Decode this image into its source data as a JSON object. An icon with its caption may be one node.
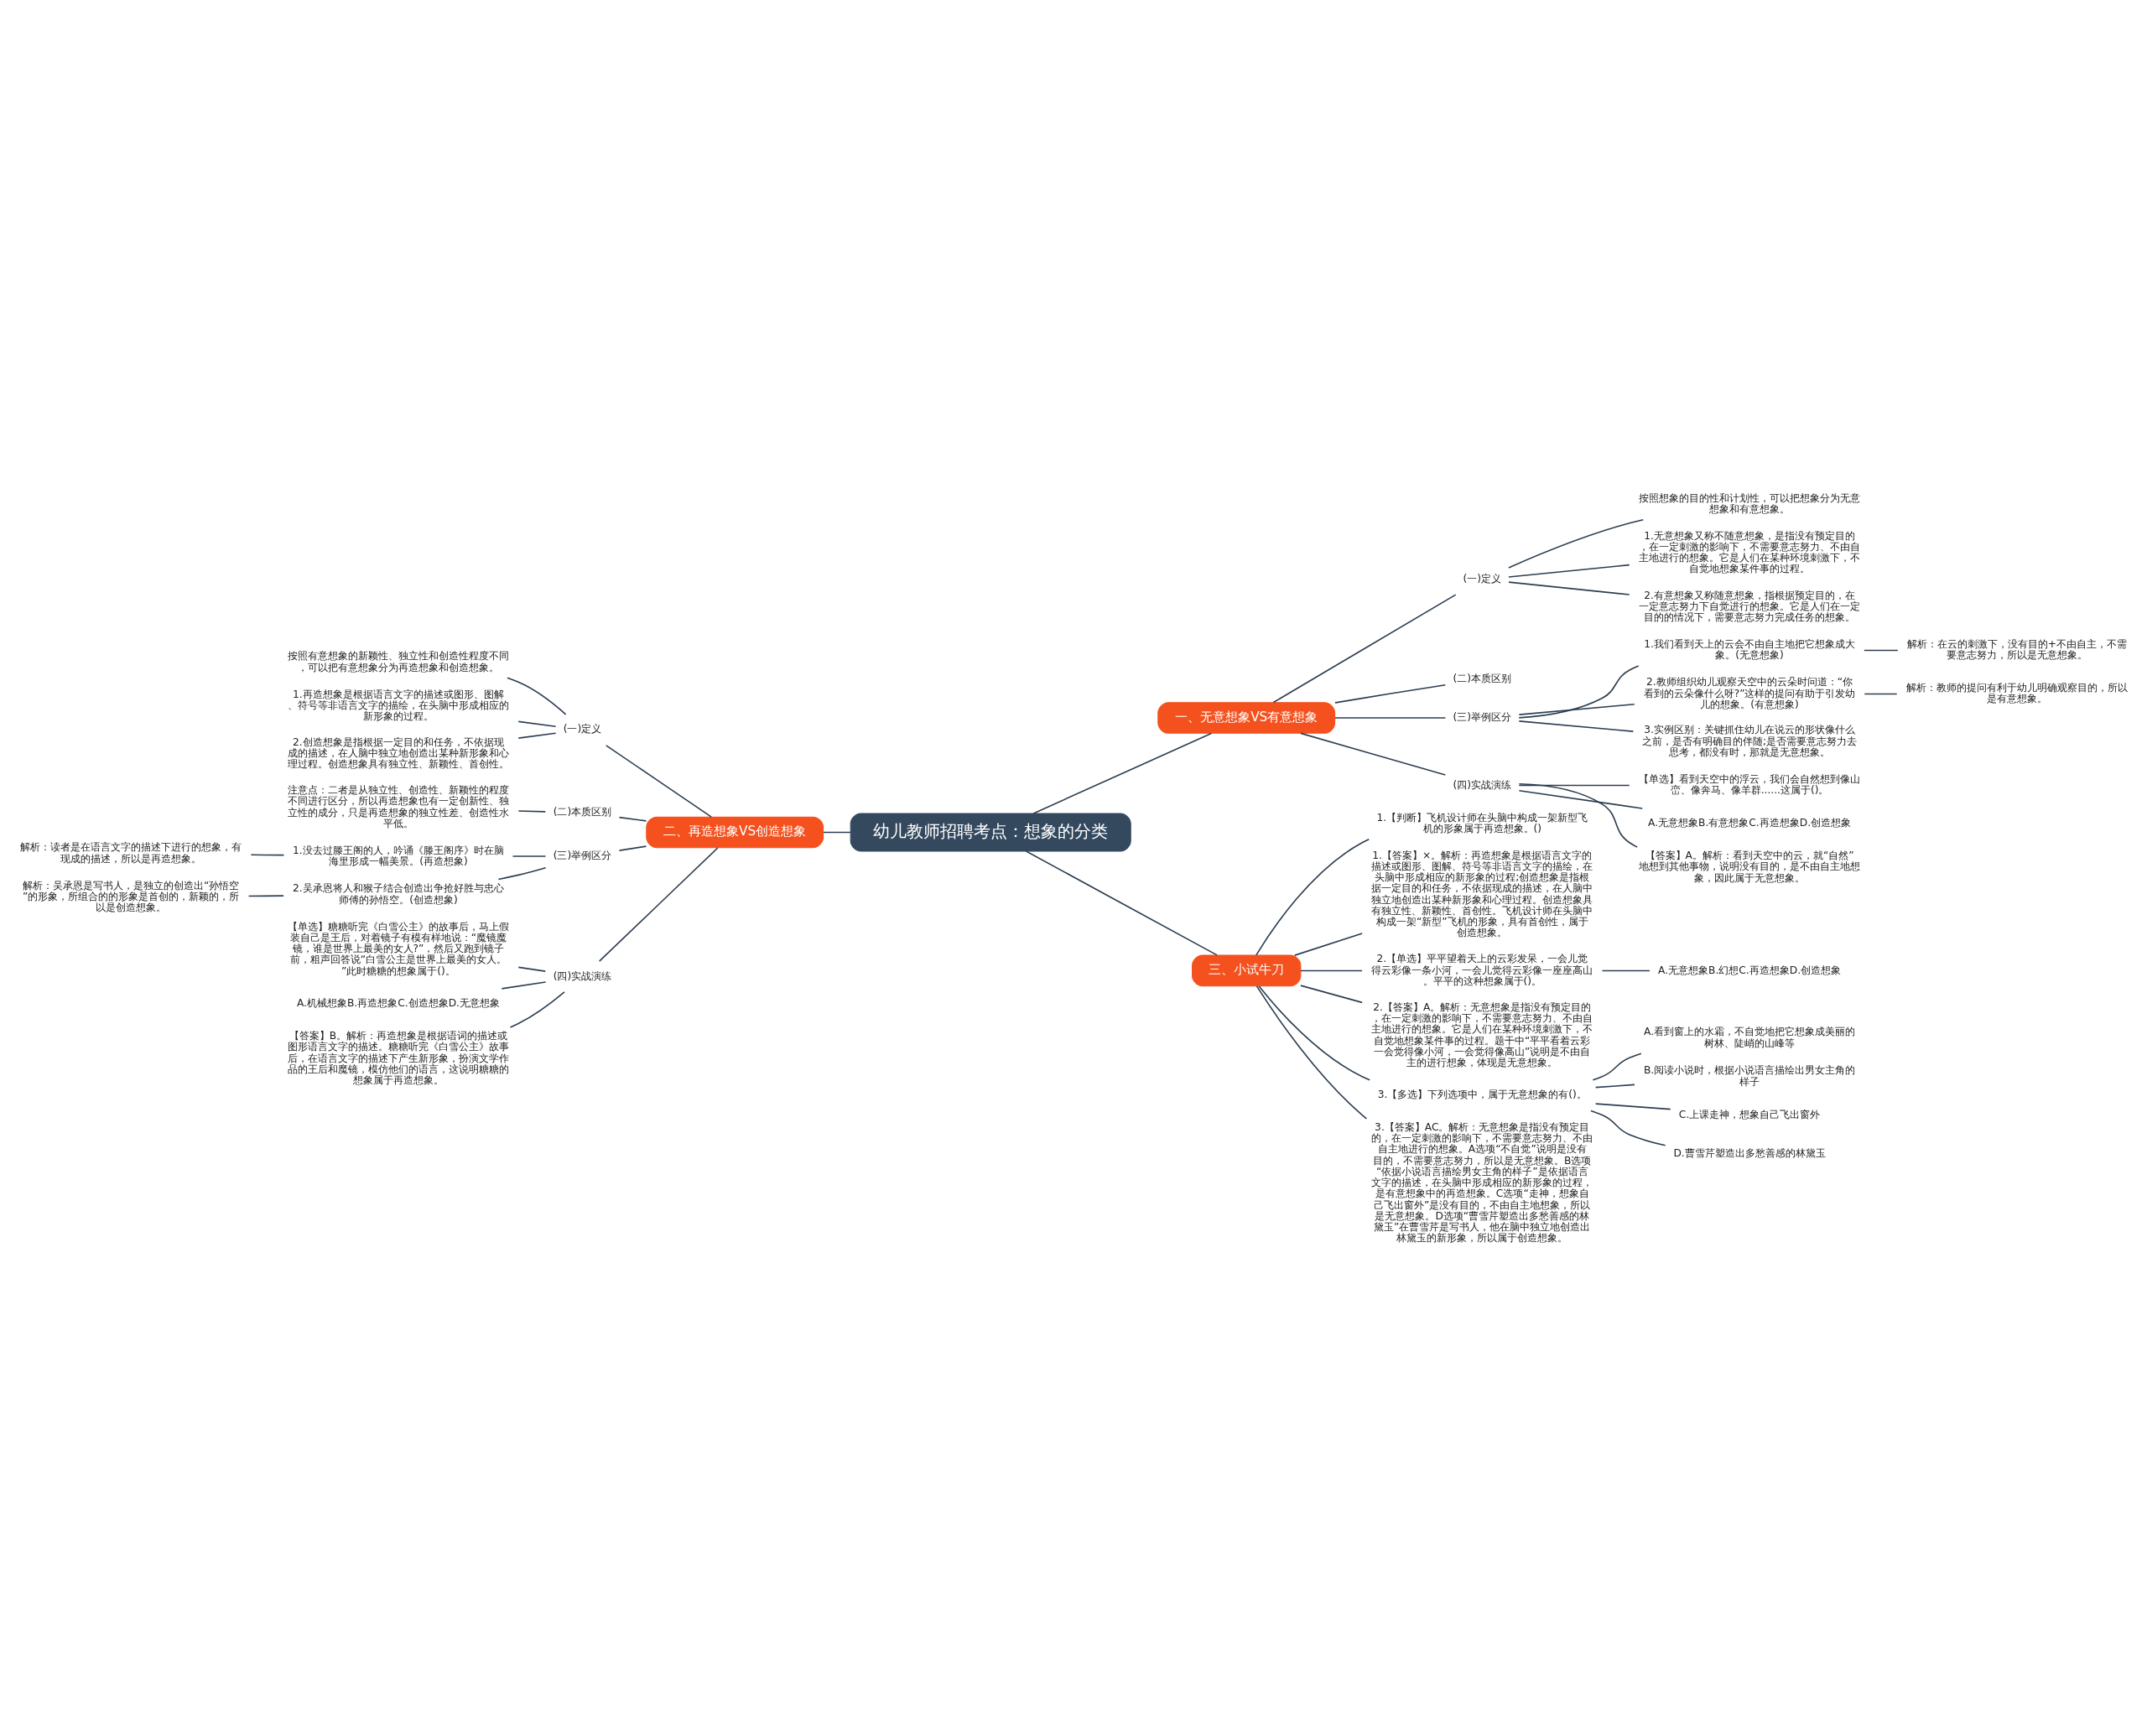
{
  "diagram": {
    "nodes": [
      {
        "text": [
          "幼儿教师招聘考点：想象的分类"
        ]
      },
      {
        "text": [
          "一、无意想象VS有意想象"
        ]
      },
      {
        "text": [
          "(一)定义"
        ]
      },
      {
        "text": [
          "按照想象的目的性和计划性，可以把想象分为无意想象和有意想象。"
        ]
      },
      {
        "text": [
          "1.无意想象又称不随意想象，是指没有预定目的，在一定刺激的影响下，不需要意志努力、不由自主地进行的想象。它是人们在某种环境刺激下，不自觉地想象某件事的过程。"
        ]
      },
      {
        "text": [
          "2.有意想象又称随意想象，指根据预定目的，在一定意志努力下自觉进行的想象。它是人们在一定目的的情况下，需要意志努力完成任务的想象。"
        ]
      },
      {
        "text": [
          "(二)本质区别"
        ]
      },
      {
        "text": [
          "(三)举例区分"
        ]
      },
      {
        "text": [
          "1.我们看到天上的云会不由自主地把它想象成大象。(无意想象)"
        ]
      },
      {
        "text": [
          "解析：在云的刺激下，没有目的+不由自主，不需要意志努力，所以是无意想象。"
        ]
      },
      {
        "text": [
          "2.教师组织幼儿观察天空中的云朵时问道：“你看到的云朵像什么呀?”这样的提问有助于引发幼儿的想象。(有意想象)"
        ]
      },
      {
        "text": [
          "解析：教师的提问有利于幼儿明确观察目的，所以是有意想象。"
        ]
      },
      {
        "text": [
          "3.实例区别：关键抓住幼儿在说云的形状像什么之前，是否有明确目的伴随;是否需要意志努力去思考，都没有时，那就是无意想象。"
        ]
      },
      {
        "text": [
          "(四)实战演练"
        ]
      },
      {
        "text": [
          "【单选】看到天空中的浮云，我们会自然想到像山峦、像奔马、像羊群......这属于()。"
        ]
      },
      {
        "text": [
          "A.无意想象B.有意想象C.再造想象D.创造想象"
        ]
      },
      {
        "text": [
          "【答案】A。解析：看到天空中的云，就“自然”地想到其他事物，说明没有目的，是不由自主地想象，因此属于无意想象。"
        ]
      },
      {
        "text": [
          "二、再造想象VS创造想象"
        ]
      },
      {
        "text": [
          "(一)定义"
        ]
      },
      {
        "text": [
          "按照有意想象的新颖性、独立性和创造性程度不同，可以把有意想象分为再造想象和创造想象。"
        ]
      },
      {
        "text": [
          "1.再造想象是根据语言文字的描述或图形、图解、符号等非语言文字的描绘，在头脑中形成相应的新形象的过程。"
        ]
      },
      {
        "text": [
          "2.创造想象是指根据一定目的和任务，不依据现成的描述，在人脑中独立地创造出某种新形象和心理过程。创造想象具有独立性、新颖性、首创性。"
        ]
      },
      {
        "text": [
          "(二)本质区别"
        ]
      },
      {
        "text": [
          "注意点：二者是从独立性、创造性、新颖性的程度不同进行区分，所以再造想象也有一定创新性、独立性的成分，只是再造想象的独立性差、创造性水平低。"
        ]
      },
      {
        "text": [
          "(三)举例区分"
        ]
      },
      {
        "text": [
          "1.没去过滕王阁的人，吟诵《滕王阁序》时在脑海里形成一幅美景。(再造想象)"
        ]
      },
      {
        "text": [
          "解析：读者是在语言文字的描述下进行的想象，有现成的描述，所以是再造想象。"
        ]
      },
      {
        "text": [
          "2.吴承恩将人和猴子结合创造出争抢好胜与忠心师傅的孙悟空。(创造想象)"
        ]
      },
      {
        "text": [
          "解析：吴承恩是写书人，是独立的创造出“孙悟空”的形象，所组合的的形象是首创的，新颖的，所以是创造想象。"
        ]
      },
      {
        "text": [
          "(四)实战演练"
        ]
      },
      {
        "text": [
          "【单选】糖糖听完《白雪公主》的故事后，马上假装自己是王后，对着镜子有模有样地说：“魔镜魔镜，谁是世界上最美的女人?”，然后又跑到镜子前，粗声回答说“白雪公主是世界上最美的女人。”此时糖糖的想象属于()。"
        ]
      },
      {
        "text": [
          "A.机械想象B.再造想象C.创造想象D.无意想象"
        ]
      },
      {
        "text": [
          "【答案】B。解析：再造想象是根据语词的描述或图形语言文字的描述。糖糖听完《白雪公主》故事后，在语言文字的描述下产生新形象，扮演文学作品的王后和魔镜，模仿他们的语言，这说明糖糖的想象属于再造想象。"
        ]
      },
      {
        "text": [
          "三、小试牛刀"
        ]
      },
      {
        "text": [
          "1.【判断】飞机设计师在头脑中构成一架新型飞机的形象属于再造想象。()"
        ]
      },
      {
        "text": [
          "1.【答案】×。解析：再造想象是根据语言文字的描述或图形、图解、符号等非语言文字的描绘，在头脑中形成相应的新形象的过程;创造想象是指根据一定目的和任务，不依据现成的描述，在人脑中独立地创造出某种新形象和心理过程。创造想象具有独立性、新颖性、首创性。飞机设计师在头脑中构成一架“新型”飞机的形象，具有首创性，属于创造想象。"
        ]
      },
      {
        "text": [
          "2.【单选】平平望着天上的云彩发呆，一会儿觉得云彩像一条小河，一会儿觉得云彩像一座座高山。平平的这种想象属于()。"
        ]
      },
      {
        "text": [
          "A.无意想象B.幻想C.再造想象D.创造想象"
        ]
      },
      {
        "text": [
          "2.【答案】A。解析：无意想象是指没有预定目的，在一定刺激的影响下，不需要意志努力、不由自主地进行的想象。它是人们在某种环境刺激下，不自觉地想象某件事的过程。题干中“平平看着云彩一会觉得像小河，一会觉得像高山”说明是不由自主的进行想象，体现是无意想象。"
        ]
      },
      {
        "text": [
          "3.【多选】下列选项中，属于无意想象的有()。"
        ]
      },
      {
        "text": [
          "A.看到窗上的水霜，不自觉地把它想象成美丽的树林、陡峭的山峰等"
        ]
      },
      {
        "text": [
          "B.阅读小说时，根据小说语言描绘出男女主角的样子"
        ]
      },
      {
        "text": [
          "C.上课走神，想象自己飞出窗外"
        ]
      },
      {
        "text": [
          "D.曹雪芹塑造出多愁善感的林黛玉"
        ]
      },
      {
        "text": [
          "3.【答案】AC。解析：无意想象是指没有预定目的，在一定刺激的影响下，不需要意志努力、不由自主地进行的想象。A选项“不自觉”说明是没有目的，不需要意志努力，所以是无意想象。B选项“依据小说语言描绘男女主角的样子”是依据语言文字的描述，在头脑中形成相应的新形象的过程，是有意想象中的再造想象。C选项“走神，想象自己飞出窗外”是没有目的，不由自主地想象，所以是无意想象。D选项“曹雪芹塑造出多愁善感的林黛玉”在曹雪芹是写书人，他在脑中独立地创造出林黛玉的新形象，所以属于创造想象。"
        ]
      }
    ],
    "edges": [
      {
        "from": 0,
        "to": 1,
        "arrow": "none"
      },
      {
        "from": 1,
        "to": 2,
        "arrow": "none"
      },
      {
        "from": 2,
        "to": 3,
        "arrow": "none"
      },
      {
        "from": 2,
        "to": 4,
        "arrow": "none"
      },
      {
        "from": 2,
        "to": 5,
        "arrow": "none"
      },
      {
        "from": 1,
        "to": 6,
        "arrow": "none"
      },
      {
        "from": 1,
        "to": 7,
        "arrow": "none"
      },
      {
        "from": 7,
        "to": 8,
        "arrow": "none"
      },
      {
        "from": 8,
        "to": 9,
        "arrow": "none"
      },
      {
        "from": 7,
        "to": 10,
        "arrow": "none"
      },
      {
        "from": 10,
        "to": 11,
        "arrow": "none"
      },
      {
        "from": 7,
        "to": 12,
        "arrow": "none"
      },
      {
        "from": 1,
        "to": 13,
        "arrow": "none"
      },
      {
        "from": 13,
        "to": 14,
        "arrow": "none"
      },
      {
        "from": 13,
        "to": 15,
        "arrow": "none"
      },
      {
        "from": 13,
        "to": 16,
        "arrow": "none"
      },
      {
        "from": 0,
        "to": 17,
        "arrow": "none"
      },
      {
        "from": 17,
        "to": 18,
        "arrow": "none"
      },
      {
        "from": 18,
        "to": 19,
        "arrow": "none"
      },
      {
        "from": 18,
        "to": 20,
        "arrow": "none"
      },
      {
        "from": 18,
        "to": 21,
        "arrow": "none"
      },
      {
        "from": 17,
        "to": 22,
        "arrow": "none"
      },
      {
        "from": 22,
        "to": 23,
        "arrow": "none"
      },
      {
        "from": 17,
        "to": 24,
        "arrow": "none"
      },
      {
        "from": 24,
        "to": 25,
        "arrow": "none"
      },
      {
        "from": 25,
        "to": 26,
        "arrow": "none"
      },
      {
        "from": 24,
        "to": 27,
        "arrow": "none"
      },
      {
        "from": 27,
        "to": 28,
        "arrow": "none"
      },
      {
        "from": 17,
        "to": 29,
        "arrow": "none"
      },
      {
        "from": 29,
        "to": 30,
        "arrow": "none"
      },
      {
        "from": 29,
        "to": 31,
        "arrow": "none"
      },
      {
        "from": 29,
        "to": 32,
        "arrow": "none"
      },
      {
        "from": 0,
        "to": 33,
        "arrow": "none"
      },
      {
        "from": 33,
        "to": 34,
        "arrow": "none"
      },
      {
        "from": 33,
        "to": 35,
        "arrow": "none"
      },
      {
        "from": 33,
        "to": 36,
        "arrow": "none"
      },
      {
        "from": 36,
        "to": 37,
        "arrow": "none"
      },
      {
        "from": 33,
        "to": 38,
        "arrow": "none"
      },
      {
        "from": 33,
        "to": 39,
        "arrow": "none"
      },
      {
        "from": 39,
        "to": 40,
        "arrow": "none"
      },
      {
        "from": 39,
        "to": 41,
        "arrow": "none"
      },
      {
        "from": 39,
        "to": 42,
        "arrow": "none"
      },
      {
        "from": 39,
        "to": 43,
        "arrow": "none"
      },
      {
        "from": 33,
        "to": 44,
        "arrow": "none"
      }
    ]
  }
}
